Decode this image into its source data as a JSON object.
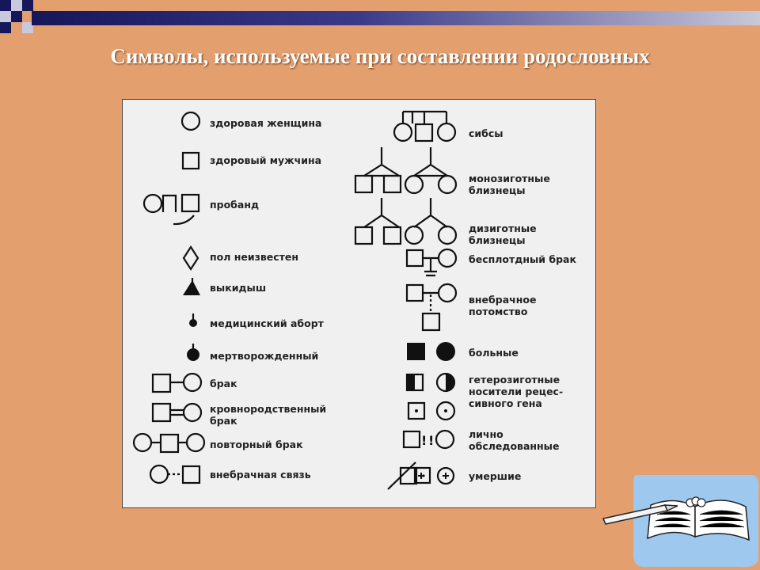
{
  "title": "Символы, используемые при составлении родословных",
  "colors": {
    "background": "#e3a06e",
    "panel": "#f0f0f0",
    "topbar": "#16165a",
    "book_bg": "#9ec8ee"
  },
  "left_items": [
    {
      "label": "здоровая женщина"
    },
    {
      "label": "здоровый мужчина"
    },
    {
      "label": "пробанд"
    },
    {
      "label": "пол неизвестен"
    },
    {
      "label": "выкидыш"
    },
    {
      "label": "медицинский аборт"
    },
    {
      "label": "мертворожденный"
    },
    {
      "label": "брак"
    },
    {
      "label": "кровнородственный"
    },
    {
      "label": "брак"
    },
    {
      "label": "повторный брак"
    },
    {
      "label": "внебрачная связь"
    }
  ],
  "right_items": [
    {
      "label": "сибсы"
    },
    {
      "label": "монозиготные"
    },
    {
      "label": "близнецы"
    },
    {
      "label": "дизиготные"
    },
    {
      "label": "близнецы"
    },
    {
      "label": "бесплотдный брак"
    },
    {
      "label": "внебрачное"
    },
    {
      "label": "потомство"
    },
    {
      "label": "больные"
    },
    {
      "label": "гетерозиготные"
    },
    {
      "label": "носители рецес-"
    },
    {
      "label": "сивного гена"
    },
    {
      "label": "лично"
    },
    {
      "label": "обследованные"
    },
    {
      "label": "умершие"
    }
  ],
  "decoration": {
    "icon": "book-pencil-icon"
  }
}
